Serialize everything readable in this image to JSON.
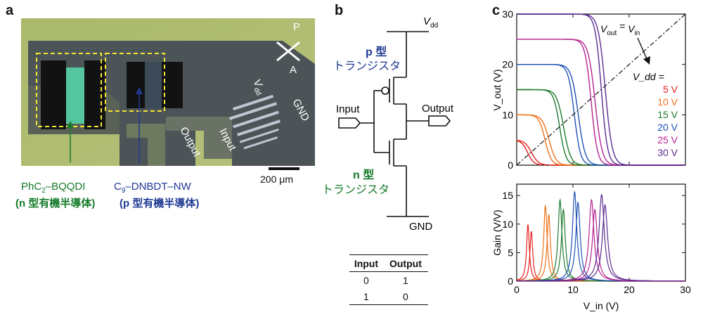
{
  "panels": {
    "a": {
      "label": "a",
      "device_labels": {
        "output": "Output",
        "input": "Input",
        "gnd": "GND",
        "vdd": "V",
        "vdd_sub": "dd"
      },
      "polarizer": {
        "p": "P",
        "a": "A"
      },
      "scalebar": "200 μm",
      "n_semiconductor": {
        "name_prefix": "PhC",
        "name_sub": "2",
        "name_suffix": "–BQQDI",
        "desc": "(n 型有機半導体)"
      },
      "p_semiconductor": {
        "name_prefix": "C",
        "name_sub": "9",
        "name_suffix": "–DNBDT–NW",
        "desc": "(p 型有機半導体)"
      }
    },
    "b": {
      "label": "b",
      "vdd": "V",
      "vdd_sub": "dd",
      "gnd": "GND",
      "input": "Input",
      "output": "Output",
      "p_transistor": {
        "line1": "p 型",
        "line2": "トランジスタ"
      },
      "n_transistor": {
        "line1": "n 型",
        "line2": "トランジスタ"
      },
      "truth_table": {
        "headers": [
          "Input",
          "Output"
        ],
        "rows": [
          [
            "0",
            "1"
          ],
          [
            "1",
            "0"
          ]
        ]
      }
    },
    "c": {
      "label": "c",
      "annotation": "V_out = V_in",
      "legend_title": "V_dd =",
      "colors": {
        "5": "#e4211c",
        "10": "#f07219",
        "15": "#1e7b2e",
        "20": "#1e52b4",
        "25": "#b52491",
        "30": "#5a2c91"
      }
    }
  },
  "chart_data": [
    {
      "type": "line",
      "xlabel": "V_in (V)",
      "ylabel": "V_out (V)",
      "xlim": [
        0,
        30
      ],
      "ylim": [
        0,
        30
      ],
      "xticks": [
        0,
        10,
        20,
        30
      ],
      "yticks": [
        0,
        10,
        20,
        30
      ],
      "grid": false,
      "legend_placement": "right",
      "series": [
        {
          "name": "5 V",
          "vdd": 5,
          "switch": 2.3
        },
        {
          "name": "10 V",
          "vdd": 10,
          "switch": 5.4
        },
        {
          "name": "15 V",
          "vdd": 15,
          "switch": 8.0
        },
        {
          "name": "20 V",
          "vdd": 20,
          "switch": 10.6
        },
        {
          "name": "25 V",
          "vdd": 25,
          "switch": 13.6
        },
        {
          "name": "30 V",
          "vdd": 30,
          "switch": 15.4
        }
      ]
    },
    {
      "type": "line",
      "xlabel": "V_in (V)",
      "ylabel": "Gain (V/V)",
      "xlim": [
        0,
        30
      ],
      "ylim": [
        0,
        17
      ],
      "xticks": [
        0,
        10,
        20,
        30
      ],
      "yticks": [
        0,
        5,
        10,
        15
      ],
      "grid": false,
      "series": [
        {
          "name": "5 V",
          "peak_x": 2.3,
          "peak": 10.0
        },
        {
          "name": "10 V",
          "peak_x": 5.4,
          "peak": 13.3
        },
        {
          "name": "15 V",
          "peak_x": 8.0,
          "peak": 14.3
        },
        {
          "name": "20 V",
          "peak_x": 10.6,
          "peak": 15.7
        },
        {
          "name": "25 V",
          "peak_x": 13.6,
          "peak": 14.3
        },
        {
          "name": "30 V",
          "peak_x": 15.4,
          "peak": 15.2
        }
      ]
    }
  ]
}
